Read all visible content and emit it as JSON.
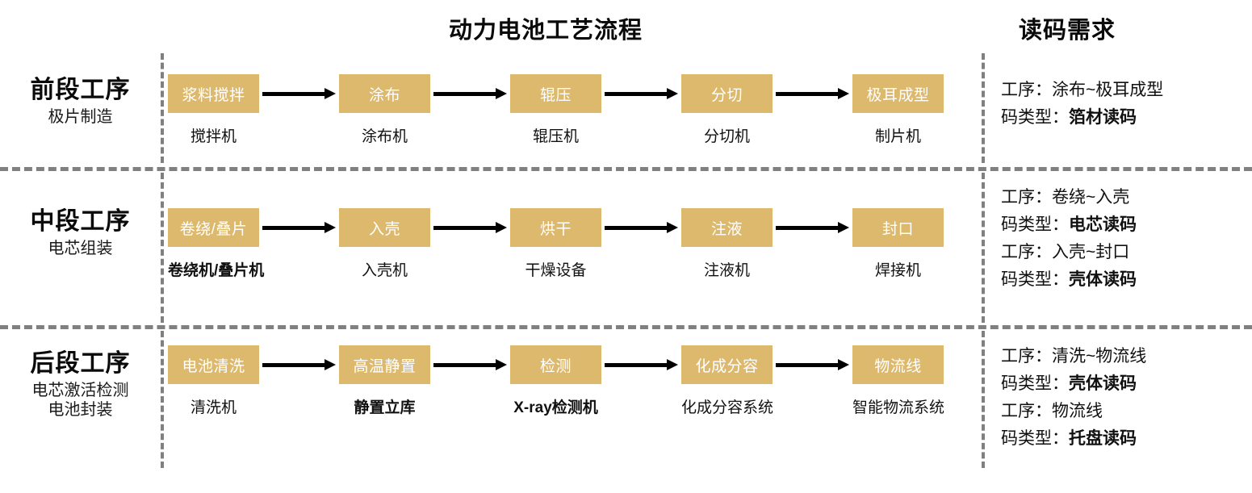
{
  "header": {
    "flow_title": "动力电池工艺流程",
    "requirement_title": "读码需求"
  },
  "accent_color": "#DDB96D",
  "divider_color": "#808080",
  "stages": [
    {
      "name": "前段工序",
      "sub": "极片制造",
      "nodes": [
        {
          "label": "浆料搅拌",
          "caption": "搅拌机",
          "caption_bold": false
        },
        {
          "label": "涂布",
          "caption": "涂布机",
          "caption_bold": false
        },
        {
          "label": "辊压",
          "caption": "辊压机",
          "caption_bold": false
        },
        {
          "label": "分切",
          "caption": "分切机",
          "caption_bold": false
        },
        {
          "label": "极耳成型",
          "caption": "制片机",
          "caption_bold": false
        }
      ],
      "requirements": [
        {
          "process_label": "工序：",
          "process_value": "涂布~极耳成型",
          "code_label": "码类型：",
          "code_value": "箔材读码"
        }
      ]
    },
    {
      "name": "中段工序",
      "sub": "电芯组装",
      "nodes": [
        {
          "label": "卷绕/叠片",
          "caption": "卷绕机/叠片机",
          "caption_bold": true
        },
        {
          "label": "入壳",
          "caption": "入壳机",
          "caption_bold": false
        },
        {
          "label": "烘干",
          "caption": "干燥设备",
          "caption_bold": false
        },
        {
          "label": "注液",
          "caption": "注液机",
          "caption_bold": false
        },
        {
          "label": "封口",
          "caption": "焊接机",
          "caption_bold": false
        }
      ],
      "requirements": [
        {
          "process_label": "工序：",
          "process_value": "卷绕~入壳",
          "code_label": "码类型：",
          "code_value": "电芯读码"
        },
        {
          "process_label": "工序：",
          "process_value": "入壳~封口",
          "code_label": "码类型：",
          "code_value": "壳体读码"
        }
      ]
    },
    {
      "name": "后段工序",
      "sub": "电芯激活检测\n电池封装",
      "nodes": [
        {
          "label": "电池清洗",
          "caption": "清洗机",
          "caption_bold": false
        },
        {
          "label": "高温静置",
          "caption": "静置立库",
          "caption_bold": true
        },
        {
          "label": "检测",
          "caption": "X-ray检测机",
          "caption_bold": true
        },
        {
          "label": "化成分容",
          "caption": "化成分容系统",
          "caption_bold": false
        },
        {
          "label": "物流线",
          "caption": "智能物流系统",
          "caption_bold": false
        }
      ],
      "requirements": [
        {
          "process_label": "工序：",
          "process_value": "清洗~物流线",
          "code_label": "码类型：",
          "code_value": "壳体读码"
        },
        {
          "process_label": "工序：",
          "process_value": "物流线",
          "code_label": "码类型：",
          "code_value": "托盘读码"
        }
      ]
    }
  ]
}
